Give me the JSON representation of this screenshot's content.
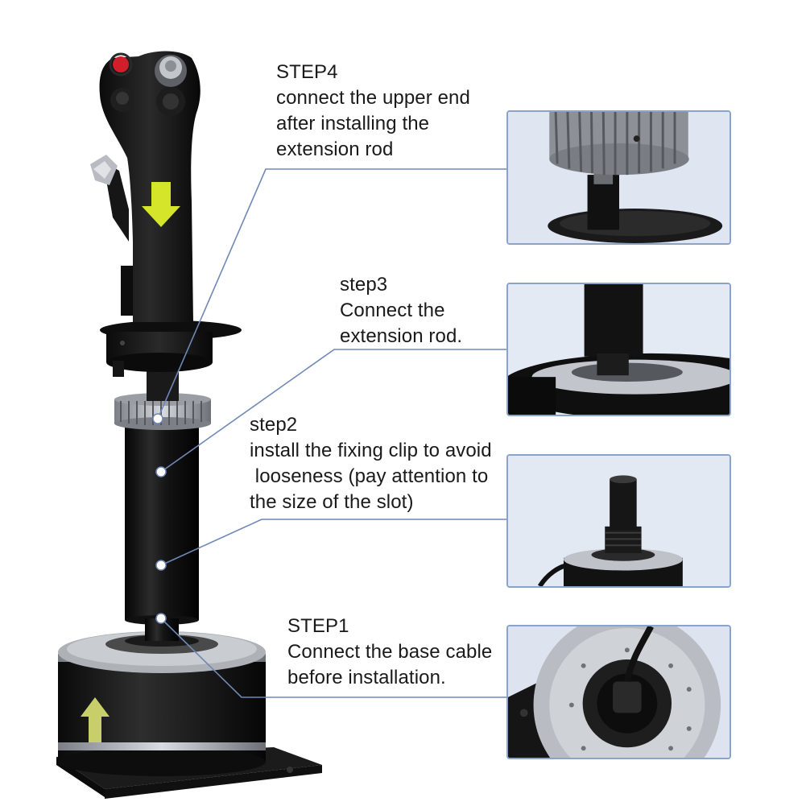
{
  "steps": [
    {
      "id": "step4",
      "heading": "STEP4",
      "lines": [
        "connect the upper end",
        "after installing the",
        "extension rod"
      ]
    },
    {
      "id": "step3",
      "heading": "step3",
      "lines": [
        "Connect the",
        "extension rod."
      ]
    },
    {
      "id": "step2",
      "heading": "step2",
      "lines": [
        "install the fixing clip to avoid",
        " looseness (pay attention to",
        "the size of the slot)"
      ]
    },
    {
      "id": "step1",
      "heading": "STEP1",
      "lines": [
        "Connect the base cable",
        "before installation."
      ]
    }
  ],
  "colors": {
    "callout_line": "#6f88b6",
    "photo_border": "#8aa3c9",
    "arrow": "#d4e52a",
    "base_arrow": "#c8cf6a"
  },
  "icons": {
    "down_arrow": "down-arrow-icon",
    "up_arrow": "up-arrow-icon",
    "red_button": "red-button-icon"
  }
}
